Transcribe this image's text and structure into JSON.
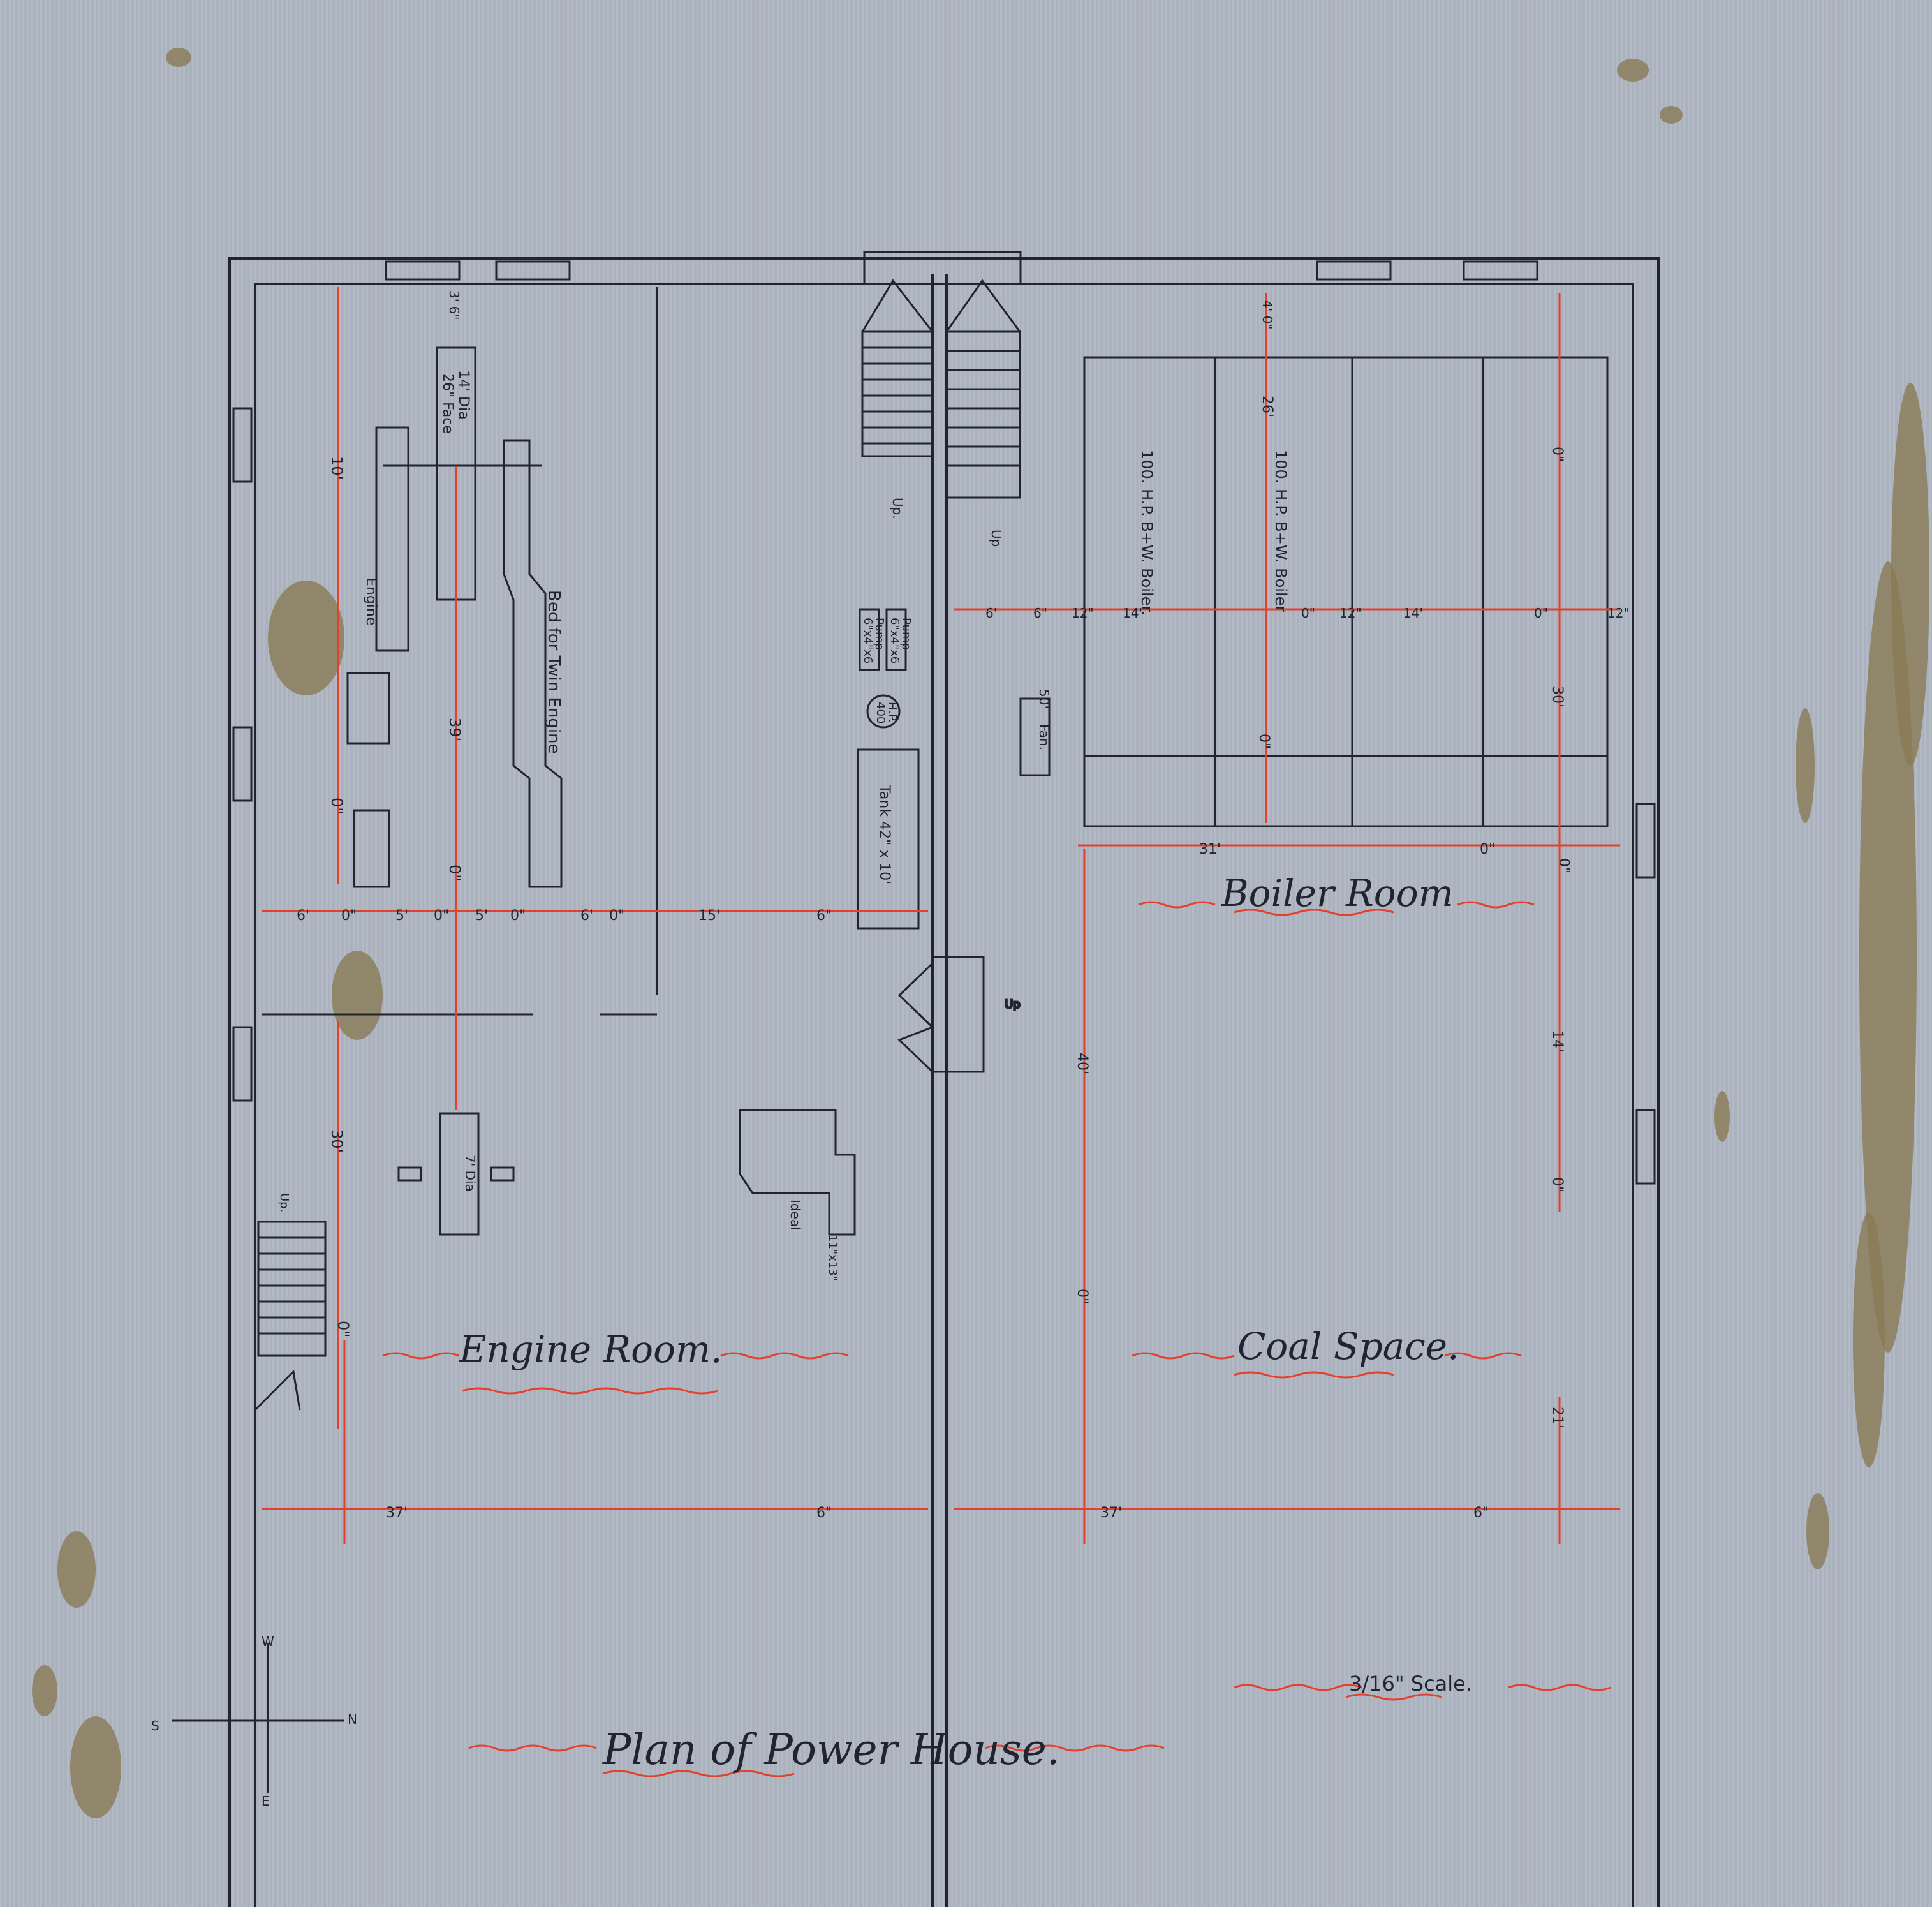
{
  "title": "Plan of Power House.",
  "scale": "3/16\" Scale.",
  "rooms": {
    "engine": "Engine Room.",
    "boiler": "Boiler Room",
    "coal": "Coal Space."
  },
  "equipment": {
    "flywheel": [
      "14' Dia",
      "26\" Face"
    ],
    "engine": "Engine",
    "bed": "Bed for Twin Engine",
    "pump1": [
      "6\"x4\"x6",
      "Pump"
    ],
    "pump2": [
      "6\"x4\"x6",
      "Pump"
    ],
    "heater": [
      "400",
      "H.P."
    ],
    "tank": "Tank 42\" x 10'",
    "fan": [
      "50'",
      "Fan."
    ],
    "boiler1": "100. H.P. B+W. Boiler.",
    "boiler2": "100. H.P. B+W. Boiler",
    "ideal": "Ideal",
    "ideal_size": "11\"x13\"",
    "small_wheel": "7' Dia"
  },
  "stairs_up": [
    "Up.",
    "Up",
    "Up.",
    "Up"
  ],
  "compass": {
    "w": "W",
    "s": "S",
    "n": "N",
    "e": "E"
  },
  "dimensions": {
    "eng_top": "3' 6\"",
    "eng_v1": "10'",
    "eng_v2": "39'",
    "eng_v3": "0\"",
    "eng_v4": "30'",
    "eng_v5": "0\"",
    "eng_v6": "0\"",
    "row": [
      "6'",
      "0\"",
      "5'",
      "0\"",
      "5'",
      "0\"",
      "6'",
      "0\"",
      "15'",
      "6\""
    ],
    "eng_bottom": [
      "37'",
      "6\""
    ],
    "boil_top": "4' 0\"",
    "boil_26": "26'",
    "boil_row": [
      "6'",
      "6\"",
      "12\"",
      "14'",
      "0\"",
      "12\"",
      "14'",
      "0\"",
      "12\""
    ],
    "boil_right": [
      "0\"",
      "30'",
      "0\""
    ],
    "boil_mid": "0\"",
    "boil_31": [
      "31'",
      "0\""
    ],
    "boil_40": "40'",
    "coal_0": "0\"",
    "coal_14": [
      "14'",
      "0\""
    ],
    "coal_21": "21'",
    "coal_bottom": [
      "37'",
      "6\""
    ]
  }
}
